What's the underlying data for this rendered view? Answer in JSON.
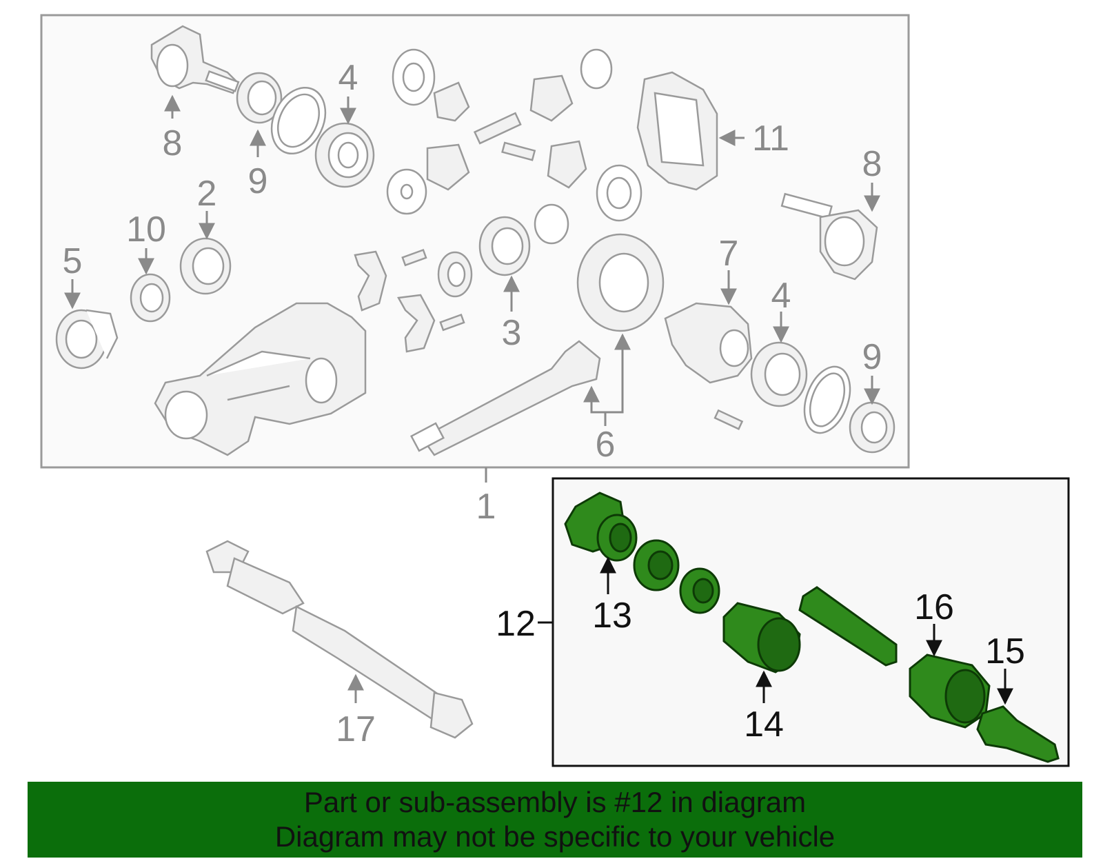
{
  "colors": {
    "banner_bg": "#0b6e0b",
    "highlight_green": "#2f8a1c",
    "line_gray": "#9a9a9a",
    "label_gray": "#8a8a8a"
  },
  "callouts": {
    "c1": "1",
    "c2": "2",
    "c3": "3",
    "c4a": "4",
    "c4b": "4",
    "c5": "5",
    "c6": "6",
    "c7": "7",
    "c8a": "8",
    "c8b": "8",
    "c9a": "9",
    "c9b": "9",
    "c10": "10",
    "c11": "11",
    "c12": "12",
    "c13": "13",
    "c14": "14",
    "c15": "15",
    "c16": "16",
    "c17": "17"
  },
  "banner": {
    "line1": "Part or sub-assembly is #12 in diagram",
    "line2": "Diagram may not be specific to your vehicle"
  }
}
